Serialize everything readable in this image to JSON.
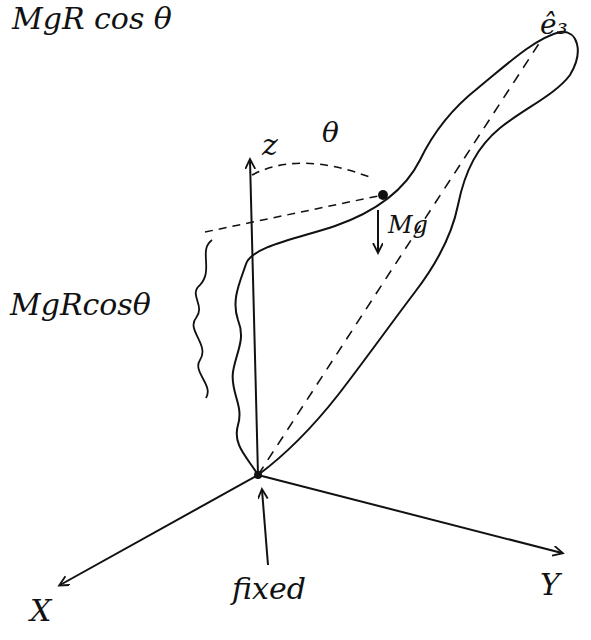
{
  "diagram": {
    "labels": [
      "MgR cos θ",
      "ê₃",
      "z",
      "θ",
      "Mg",
      "MgRcosθ",
      "Y",
      "X",
      "fixed"
    ]
  }
}
